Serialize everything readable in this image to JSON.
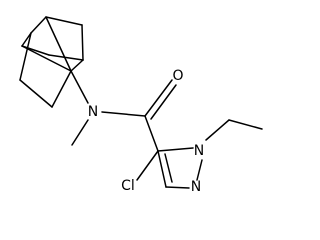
{
  "structure": {
    "atoms": {
      "carbonyl_oxygen": "O",
      "amide_nitrogen": "N",
      "pyrazole_n1": "N",
      "pyrazole_n2": "N",
      "chlorine": "Cl"
    }
  }
}
